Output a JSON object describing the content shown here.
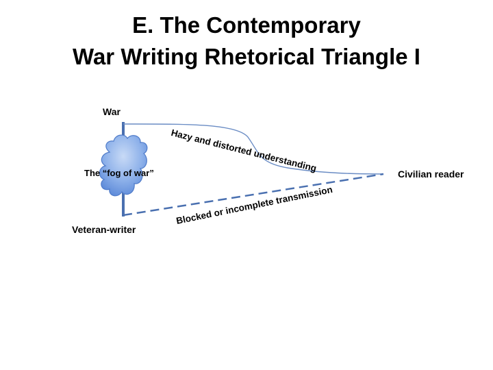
{
  "slide": {
    "title_line1": "E.  The Contemporary",
    "title_line2": "War Writing Rhetorical Triangle I"
  },
  "diagram": {
    "nodes": {
      "war": "War",
      "veteran": "Veteran-writer",
      "civilian": "Civilian reader"
    },
    "cloud_label": "The “fog of war”",
    "edges": {
      "war_to_civilian": "Hazy and distorted understanding",
      "veteran_to_civilian": "Blocked or incomplete transmission"
    }
  },
  "colors": {
    "vertical_line": "#4a70b0",
    "curve_line": "#6a8cc4",
    "dashed_line": "#4a70b0",
    "cloud_fill_top": "#b8cdf0",
    "cloud_fill_bottom": "#5f8fdf",
    "cloud_stroke": "#4f7bc9"
  }
}
